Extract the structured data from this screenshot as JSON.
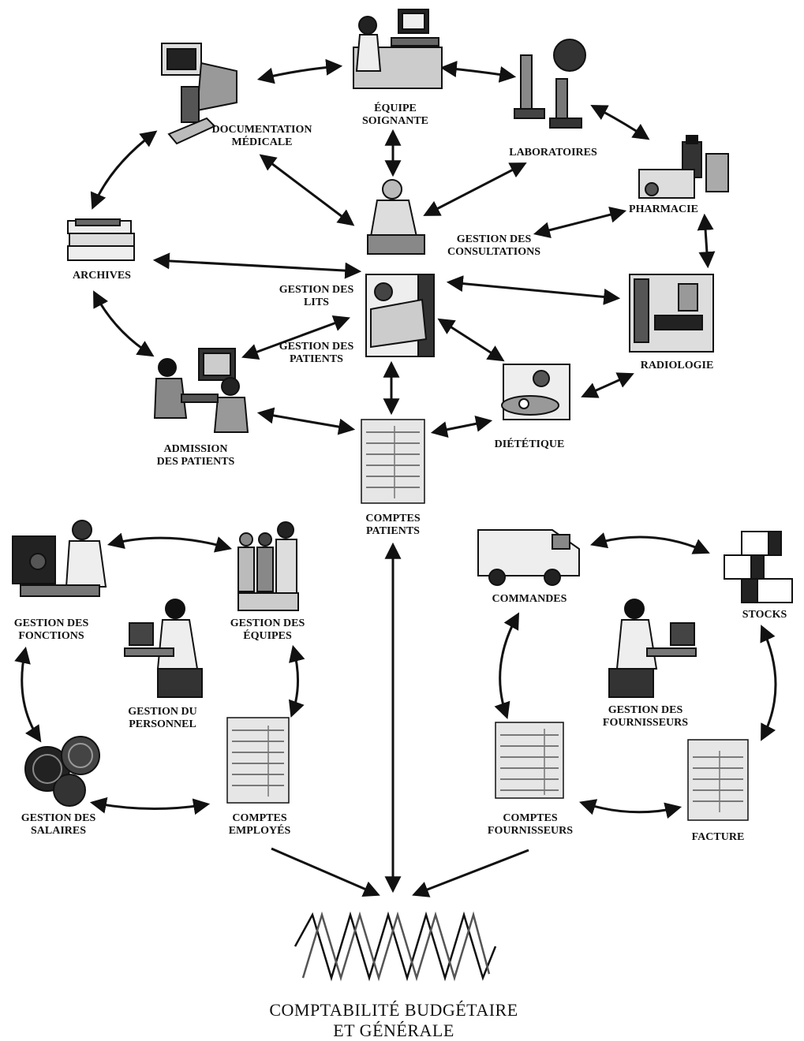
{
  "nodes": {
    "documentation": [
      "DOCUMENTATION",
      "MÉDICALE"
    ],
    "equipe": [
      "ÉQUIPE",
      "SOIGNANTE"
    ],
    "laboratoires": [
      "LABORATOIRES"
    ],
    "pharmacie": [
      "PHARMACIE"
    ],
    "archives": [
      "ARCHIVES"
    ],
    "consultations": [
      "GESTION DES",
      "CONSULTATIONS"
    ],
    "lits": [
      "GESTION DES",
      "LITS"
    ],
    "patients_gestion": [
      "GESTION DES",
      "PATIENTS"
    ],
    "radiologie": [
      "RADIOLOGIE"
    ],
    "admission": [
      "ADMISSION",
      "DES PATIENTS"
    ],
    "dietetique": [
      "DIÉTÉTIQUE"
    ],
    "comptes_patients": [
      "COMPTES",
      "PATIENTS"
    ],
    "fonctions": [
      "GESTION DES",
      "FONCTIONS"
    ],
    "equipes": [
      "GESTION DES",
      "ÉQUIPES"
    ],
    "personnel": [
      "GESTION DU",
      "PERSONNEL"
    ],
    "salaires": [
      "GESTION DES",
      "SALAIRES"
    ],
    "comptes_employes": [
      "COMPTES",
      "EMPLOYÉS"
    ],
    "commandes": [
      "COMMANDES"
    ],
    "stocks": [
      "STOCKS"
    ],
    "fournisseurs": [
      "GESTION DES",
      "FOURNISSEURS"
    ],
    "comptes_fournisseurs": [
      "COMPTES",
      "FOURNISSEURS"
    ],
    "facture": [
      "FACTURE"
    ],
    "comptabilite": [
      "COMPTABILITÉ BUDGÉTAIRE",
      "ET GÉNÉRALE"
    ]
  },
  "icons": {
    "documentation": "workstation-icon",
    "equipe": "nurse-computer-icon",
    "laboratoires": "microscope-icon",
    "pharmacie": "medicine-icon",
    "archives": "books-icon",
    "consultations": "doctor-icon",
    "lits": "hospital-bed-icon",
    "radiologie": "xray-room-icon",
    "admission": "reception-desk-icon",
    "dietetique": "meal-tray-icon",
    "comptes_patients": "patient-account-form-icon",
    "fonctions": "staff-meeting-icon",
    "equipes": "staff-team-icon",
    "personnel": "clerk-computer-icon",
    "salaires": "coins-icon",
    "comptes_employes": "employee-account-form-icon",
    "commandes": "delivery-van-icon",
    "stocks": "boxes-icon",
    "fournisseurs": "clerk-computer-icon",
    "comptes_fournisseurs": "supplier-account-form-icon",
    "facture": "invoice-icon",
    "comptabilite": "coil-spring-icon"
  },
  "colors": {
    "ink": "#111111",
    "paper": "#ffffff"
  }
}
